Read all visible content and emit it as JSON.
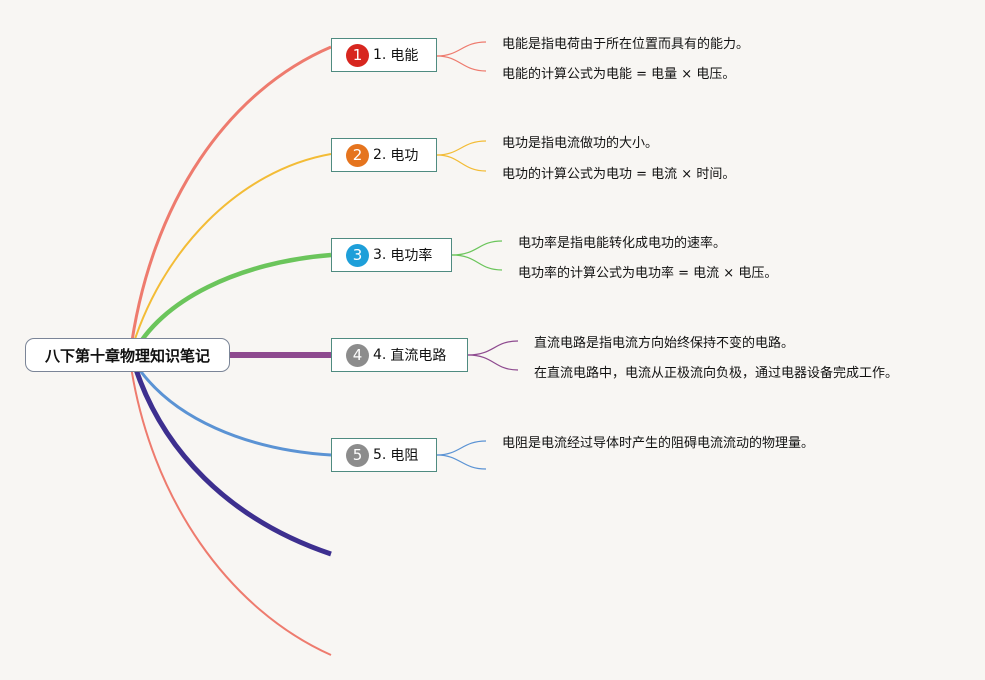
{
  "root": {
    "title": "八下第十章物理知识笔记"
  },
  "topics": [
    {
      "badge": "1",
      "number": "1.",
      "label": "电能",
      "badge_color": "#d7261f",
      "branch_color": "#ee7b6e",
      "notes": [
        "电能是指电荷由于所在位置而具有的能力。",
        "电能的计算公式为电能 = 电量 × 电压。"
      ]
    },
    {
      "badge": "2",
      "number": "2.",
      "label": "电功",
      "badge_color": "#e5741e",
      "branch_color": "#f3bc36",
      "notes": [
        "电功是指电流做功的大小。",
        "电功的计算公式为电功 = 电流 × 时间。"
      ]
    },
    {
      "badge": "3",
      "number": "3.",
      "label": "电功率",
      "badge_color": "#1e9fd9",
      "branch_color": "#6bc55b",
      "notes": [
        "电功率是指电能转化成电功的速率。",
        "电功率的计算公式为电功率 = 电流 × 电压。"
      ]
    },
    {
      "badge": "4",
      "number": "4.",
      "label": "直流电路",
      "badge_color": "#8c8c8c",
      "branch_color": "#8e4a8f",
      "notes": [
        "直流电路是指电流方向始终保持不变的电路。",
        "在直流电路中，电流从正极流向负极，通过电器设备完成工作。"
      ]
    },
    {
      "badge": "5",
      "number": "5.",
      "label": "电阻",
      "badge_color": "#8c8c8c",
      "branch_color": "#5b93d4",
      "notes": [
        "电阻是电流经过导体时产生的阻碍电流流动的物理量。",
        ""
      ]
    }
  ],
  "extra_branch_colors": [
    "#3d2f8f",
    "#ee7b6e"
  ]
}
